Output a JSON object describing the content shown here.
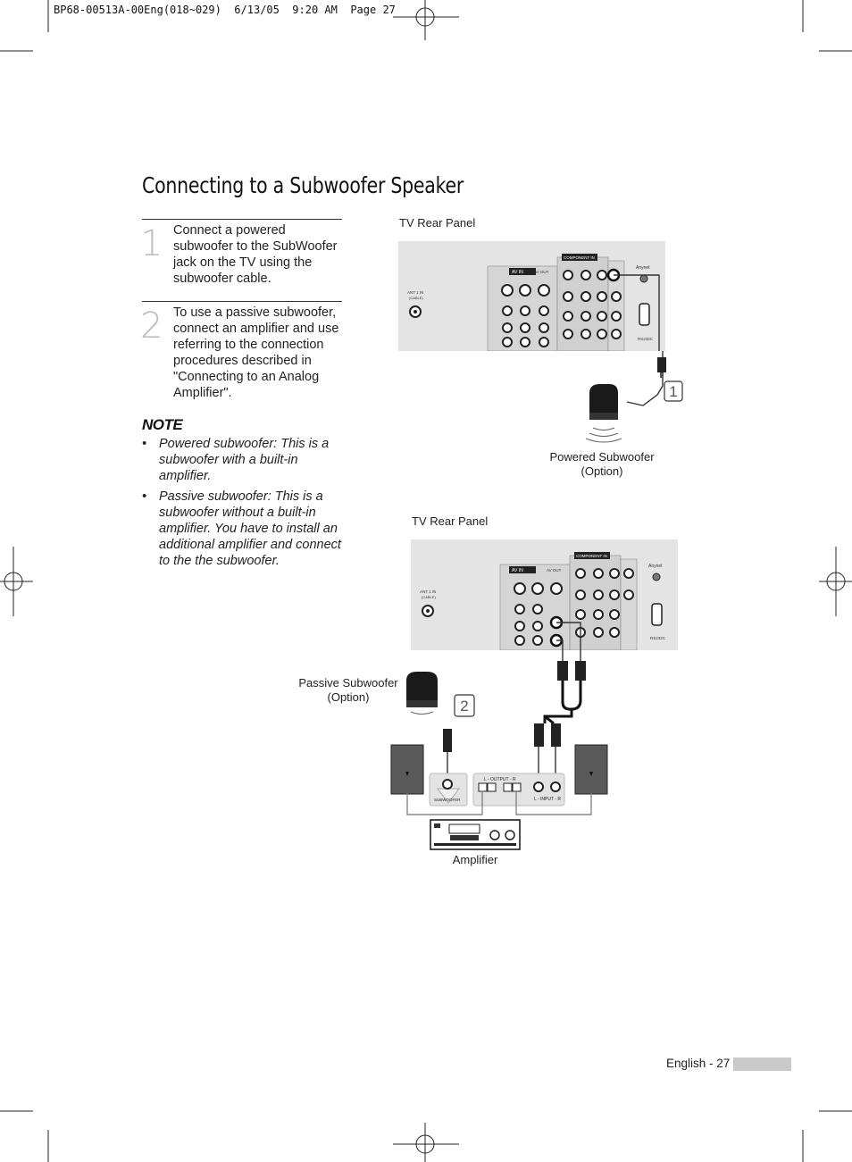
{
  "print_slug": "BP68-00513A-00Eng(018~029)  6/13/05  9:20 AM  Page 27",
  "title": "Connecting to a Subwoofer Speaker",
  "steps": [
    {
      "number": "1",
      "text": "Connect a powered subwoofer to the SubWoofer jack on the TV using the subwoofer cable."
    },
    {
      "number": "2",
      "text": "To use a passive subwoofer, connect an amplifier and use referring to the connection procedures described in \"Connecting to an Analog Amplifier\"."
    }
  ],
  "note": {
    "heading": "NOTE",
    "items": [
      "Powered subwoofer: This is a subwoofer with a built-in amplifier.",
      "Passive subwoofer: This is a subwoofer without a built-in amplifier. You have to install an additional amplifier and connect to the the subwoofer."
    ],
    "bullet_char": "•"
  },
  "diagram1": {
    "panel_label": "TV Rear Panel",
    "subwoofer_label_line1": "Powered Subwoofer",
    "subwoofer_label_line2": "(Option)",
    "callout": "1"
  },
  "diagram2": {
    "panel_label": "TV Rear Panel",
    "subwoofer_label_line1": "Passive Subwoofer",
    "subwoofer_label_line2": "(Option)",
    "amplifier_label": "Amplifier",
    "callout": "2"
  },
  "panel_markings": {
    "component_in": "COMPONENT IN",
    "av_in": "AV IN",
    "av_out": "AV OUT",
    "anynet": "Anynet",
    "rs232c": "RS232C",
    "ant_in_line1": "ANT 1 IN",
    "ant_in_line2": "(CABLE)"
  },
  "amp_markings": {
    "subwoofer": "SUBWOOFER",
    "output": "L - OUTPUT - R",
    "input": "L - INPUT - R"
  },
  "footer": {
    "page_label": "English - 27"
  }
}
